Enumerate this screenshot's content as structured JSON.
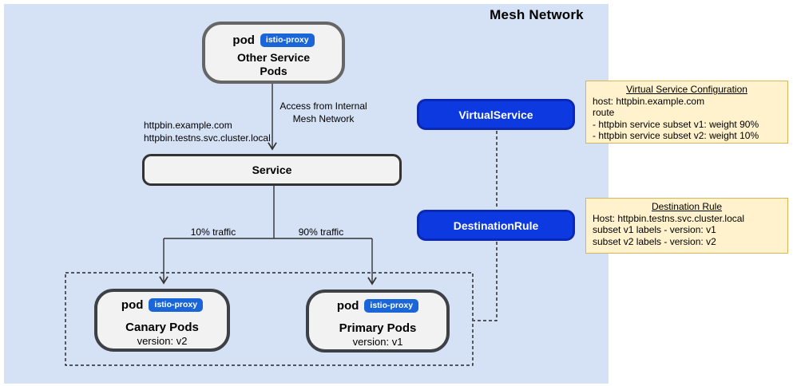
{
  "title": "Mesh Network",
  "nodes": {
    "other_pods": {
      "kind": "pod",
      "badge": "istio-proxy",
      "name": "Other Service Pods"
    },
    "service": {
      "label": "Service"
    },
    "virtual_service": {
      "label": "VirtualService"
    },
    "destination_rule": {
      "label": "DestinationRule"
    },
    "canary": {
      "kind": "pod",
      "badge": "istio-proxy",
      "name": "Canary Pods",
      "version": "version: v2"
    },
    "primary": {
      "kind": "pod",
      "badge": "istio-proxy",
      "name": "Primary Pods",
      "version": "version: v1"
    }
  },
  "labels": {
    "access_line1": "Access from Internal",
    "access_line2": "Mesh Network",
    "host_line1": "httpbin.example.com",
    "host_line2": "httpbin.testns.svc.cluster.local",
    "traffic_left": "10% traffic",
    "traffic_right": "90% traffic"
  },
  "notes": {
    "virtual_service": {
      "title": "Virtual Service Configuration",
      "lines": [
        "host: httpbin.example.com",
        "route",
        "- httpbin service subset v1: weight 90%",
        "- httpbin service subset v2: weight 10%"
      ]
    },
    "destination_rule": {
      "title": "Destination Rule",
      "lines": [
        "Host: httpbin.testns.svc.cluster.local",
        "subset v1 labels - version: v1",
        "subset v2 labels - version: v2"
      ]
    }
  },
  "colors": {
    "mesh_bg": "#d5e1f5",
    "node_fill": "#f2f2f2",
    "node_border": "#666666",
    "dark_border": "#3d4045",
    "blue_fill": "#0d3ae0",
    "blue_border": "#0a28b4",
    "badge_bg": "#1a66d8",
    "note_bg": "#fff2cc",
    "note_border": "#d6b656",
    "line": "#333333"
  }
}
